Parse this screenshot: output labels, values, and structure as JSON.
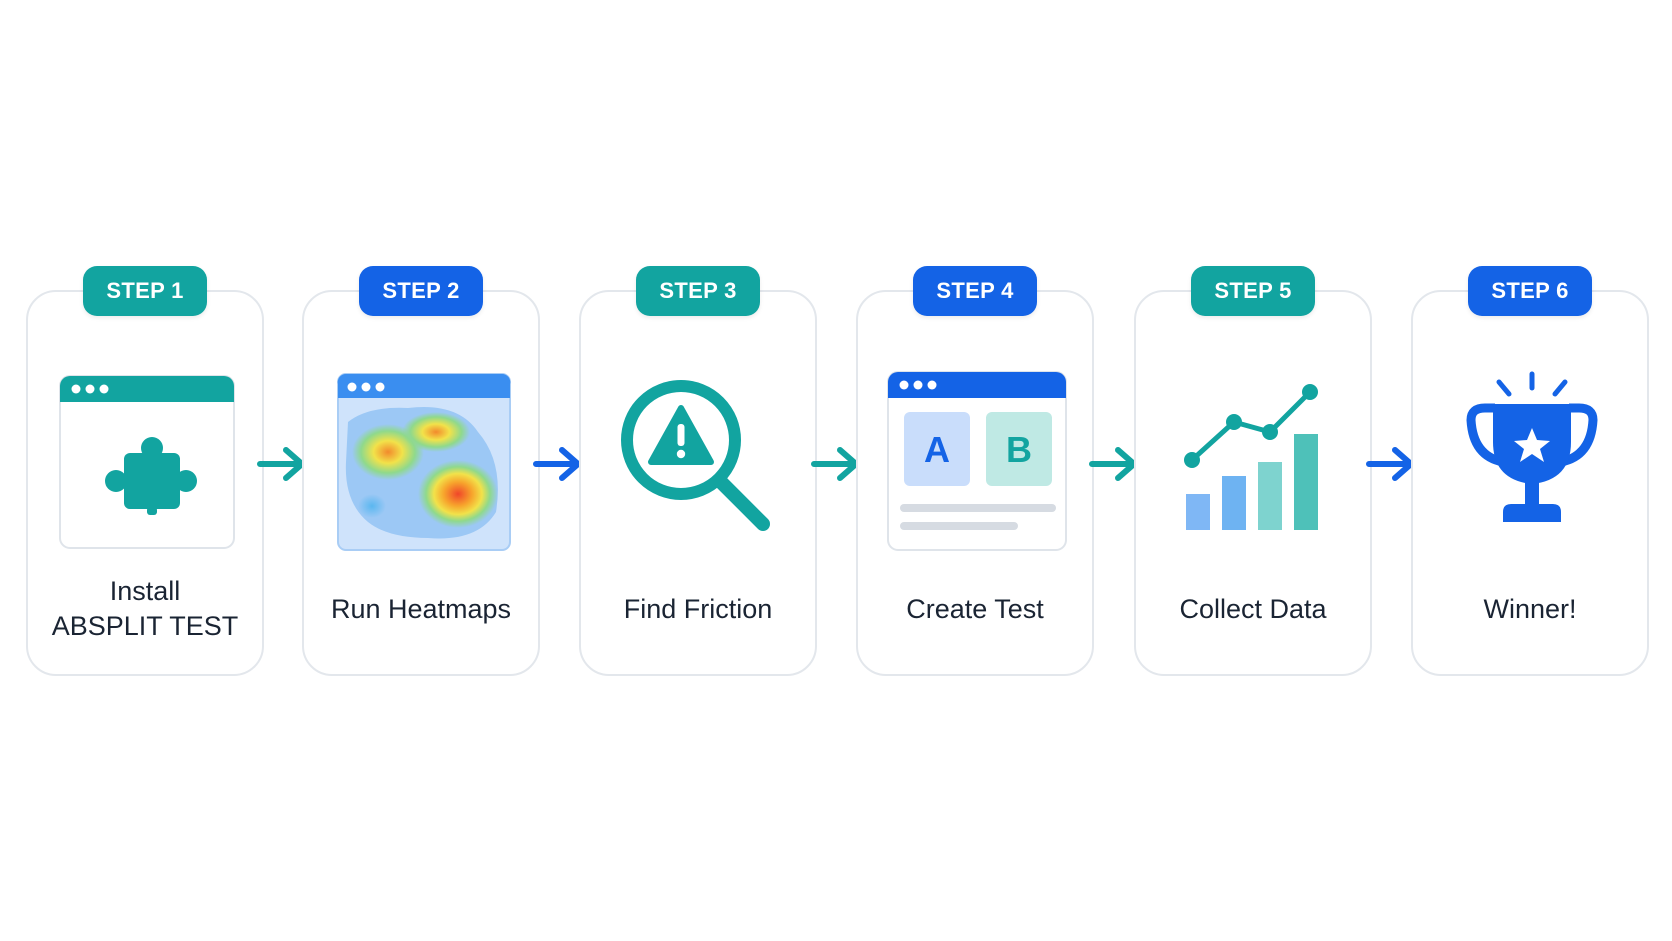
{
  "steps": [
    {
      "badge": "STEP 1",
      "label_line1": "Install",
      "label_line2": "ABSPLIT TEST",
      "icon": "plugin-puzzle-icon",
      "badge_color": "#12a4a0"
    },
    {
      "badge": "STEP 2",
      "label_line1": "Run Heatmaps",
      "icon": "heatmap-icon",
      "badge_color": "#1463e6"
    },
    {
      "badge": "STEP 3",
      "label_line1": "Find Friction",
      "icon": "magnifier-warning-icon",
      "badge_color": "#12a4a0"
    },
    {
      "badge": "STEP 4",
      "label_line1": "Create Test",
      "icon": "ab-test-icon",
      "badge_color": "#1463e6"
    },
    {
      "badge": "STEP 5",
      "label_line1": "Collect Data",
      "icon": "chart-icon",
      "badge_color": "#12a4a0"
    },
    {
      "badge": "STEP 6",
      "label_line1": "Winner!",
      "icon": "trophy-icon",
      "badge_color": "#1463e6"
    }
  ],
  "ab_test": {
    "variant_a": "A",
    "variant_b": "B"
  },
  "colors": {
    "teal": "#12a4a0",
    "blue": "#1463e6",
    "card_border": "#e3e7ec",
    "text": "#1a2433"
  }
}
